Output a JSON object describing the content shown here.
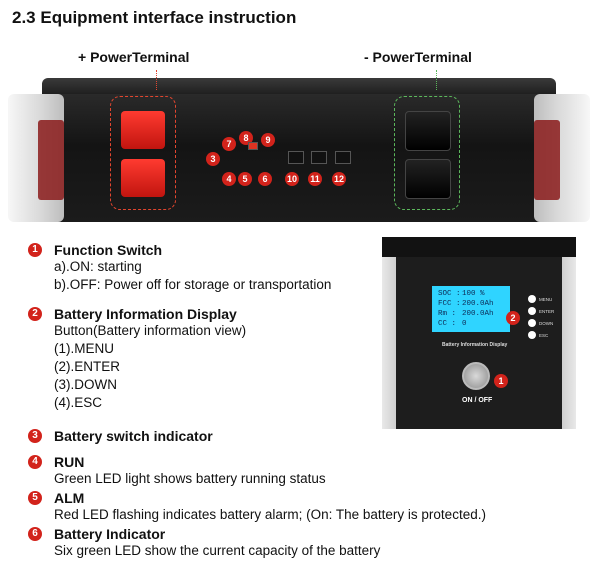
{
  "section_title": "2.3 Equipment interface instruction",
  "plus_terminal": "+ PowerTerminal",
  "minus_terminal": "- PowerTerminal",
  "device_numbers": [
    "3",
    "4",
    "5",
    "6",
    "7",
    "8",
    "9",
    "10",
    "11",
    "12"
  ],
  "items": [
    {
      "num": "1",
      "title": "Function Switch",
      "lines": [
        "a).ON: starting",
        "b).OFF: Power off for storage or transportation"
      ]
    },
    {
      "num": "2",
      "title": "Battery Information Display",
      "lines": [
        "Button(Battery information view)",
        "(1).MENU",
        "(2).ENTER",
        "(3).DOWN",
        "(4).ESC"
      ]
    },
    {
      "num": "3",
      "title": "Battery switch indicator",
      "lines": []
    },
    {
      "num": "4",
      "title": "RUN",
      "lines": [
        "Green LED light shows battery running status"
      ]
    },
    {
      "num": "5",
      "title": "ALM",
      "lines": [
        "Red LED flashing indicates battery alarm; (On: The battery is protected.)"
      ]
    },
    {
      "num": "6",
      "title": "Battery Indicator",
      "lines": [
        "Six green LED show the current capacity of the battery"
      ]
    }
  ],
  "inset": {
    "lcd": [
      {
        "k": "SOC :",
        "v": "100   %"
      },
      {
        "k": "FCC :",
        "v": "200.0Ah"
      },
      {
        "k": "Rm  :",
        "v": "200.0Ah"
      },
      {
        "k": "CC  :",
        "v": "0"
      }
    ],
    "buttons": [
      "MENU",
      "ENTER",
      "DOWN",
      "ESC"
    ],
    "display_label": "Battery Information Display",
    "onoff": "ON / OFF",
    "badge_display": "2",
    "badge_switch": "1"
  },
  "colors": {
    "badge": "#d2231b",
    "plus_box": "#e3462f",
    "minus_box": "#5cb85c",
    "lcd": "#2fd4ff"
  }
}
